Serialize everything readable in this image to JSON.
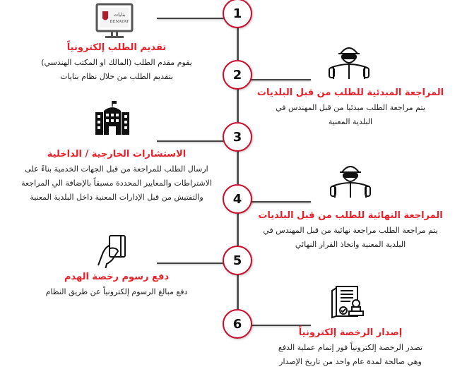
{
  "accent_color": "#c8102e",
  "title_color": "#e8202a",
  "logo": {
    "arabic": "بنايات",
    "latin": "BENAYAT"
  },
  "steps": [
    {
      "number": "1",
      "title": "تقديم الطلب إلكترونياً",
      "lines": [
        "يقوم مقدم الطلب (المالك او المكتب الهندسي)",
        "بتقديم الطلب من خلال نظام بنايات"
      ],
      "icon": "monitor-benayat-icon"
    },
    {
      "number": "2",
      "title": "المراجعة المبدئية للطلب من قبل البلديات",
      "lines": [
        "يتم مراجعة الطلب مبدئيا من قبل المهندس في",
        "البلدية المعنية"
      ],
      "icon": "engineer-reading-plan-icon"
    },
    {
      "number": "3",
      "title": "الاستشارات الخارجية / الداخلية",
      "lines": [
        "ارسال الطلب للمراجعة من قبل الجهات الخدمية بناءً على",
        "الاشتراطات والمعايير المحددة مسبقاً بالإضافة الي المراجعة",
        "والتفتيش من قبل الإدارات المعنية داخل البلدية المعنية"
      ],
      "icon": "government-building-icon"
    },
    {
      "number": "4",
      "title": "المراجعة النهائية للطلب من قبل البلديات",
      "lines": [
        "يتم مراجعة الطلب مراجعة نهائية من قبل المهندس في",
        "البلدية المعنية واتخاذ القرار النهائي"
      ],
      "icon": "engineer-reading-plan-icon"
    },
    {
      "number": "5",
      "title": "دفع رسوم رخصة الهدم",
      "lines": [
        "دفع مبالغ الرسوم إلكترونياً عن طريق النظام"
      ],
      "icon": "hand-card-icon"
    },
    {
      "number": "6",
      "title": "إصدار الرخصة إلكترونياً",
      "lines": [
        "تصدر الرخصة إلكترونياً فور إتمام عملية الدفع",
        "وهي صالحة لمدة عام واحد من تاريخ الإصدار"
      ],
      "icon": "document-stamp-icon"
    }
  ]
}
